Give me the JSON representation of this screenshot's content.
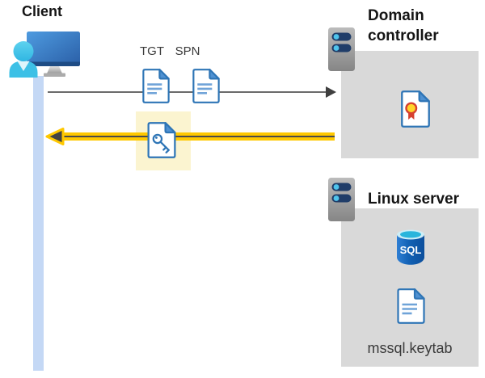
{
  "client": {
    "label": "Client",
    "icon": "user-at-computer-icon"
  },
  "flow": {
    "request": {
      "tgt_label": "TGT",
      "spn_label": "SPN",
      "tgt_icon": "document-icon",
      "spn_icon": "document-icon",
      "direction": "client-to-domain-controller"
    },
    "response": {
      "ticket_icon": "document-key-icon",
      "direction": "domain-controller-to-client",
      "highlighted": true
    }
  },
  "domain_controller": {
    "label": "Domain controller",
    "server_icon": "server-icon",
    "certificate_icon": "certificate-icon"
  },
  "linux_server": {
    "label": "Linux server",
    "server_icon": "server-icon",
    "database_icon": "sql-database-icon",
    "database_label": "SQL",
    "keytab_icon": "document-icon",
    "keytab_label": "mssql.keytab"
  },
  "colors": {
    "highlight_yellow": "#FFC800",
    "highlight_box_yellow": "#FBF4D0",
    "container_gray": "#D9D9D9",
    "lifeline_blue": "#C4D8F5",
    "document_blue": "#2E75B6",
    "arrow_gray": "#6A6A6A",
    "sql_blue": "#0D57A8",
    "person_cyan": "#41C3E7"
  }
}
